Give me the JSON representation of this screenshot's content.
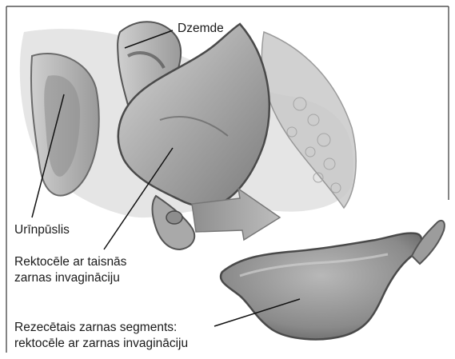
{
  "labels": {
    "uterus": "Dzemde",
    "bladder": "Urīnpūslis",
    "rectocele_line1": "Rektocēle ar taisnās",
    "rectocele_line2": "zarnas invagināciju",
    "resected_line1": "Rezecētais zarnas segments:",
    "resected_line2": "rektocēle ar zarnas invagināciju"
  }
}
